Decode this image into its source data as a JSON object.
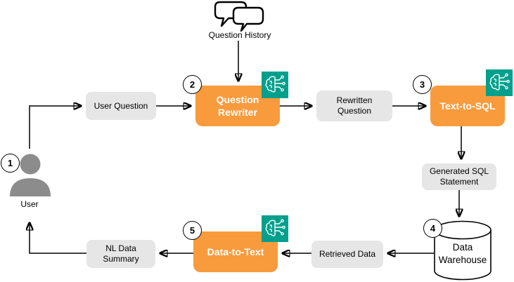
{
  "colors": {
    "process_fill": "#F89B3D",
    "process_text": "#FFFFFF",
    "label_fill": "#E6E6E6",
    "label_text": "#000000",
    "ai_badge_bg": "#00A08C",
    "person_gray": "#8C8C8C",
    "edge": "#000000"
  },
  "icons": {
    "question_history": "question-history-chat-bubbles-icon",
    "ai_chip": "ai-brain-circuit-icon",
    "user": "person-icon",
    "data_warehouse": "database-cylinder-icon"
  },
  "nodes": {
    "question_history": {
      "label": "Question History"
    },
    "user": {
      "label": "User",
      "badge": "1"
    },
    "user_question": {
      "label": "User Question"
    },
    "question_rewriter": {
      "label": "Question Rewriter",
      "badge": "2"
    },
    "rewritten_question": {
      "label": "Rewritten Question"
    },
    "text_to_sql": {
      "label": "Text-to-SQL",
      "badge": "3"
    },
    "generated_sql_statement": {
      "label": "Generated SQL Statement"
    },
    "data_warehouse": {
      "label": "Data Warehouse",
      "badge": "4"
    },
    "retrieved_data": {
      "label": "Retrieved Data"
    },
    "data_to_text": {
      "label": "Data-to-Text",
      "badge": "5"
    },
    "nl_data_summary": {
      "label": "NL Data Summary"
    }
  }
}
